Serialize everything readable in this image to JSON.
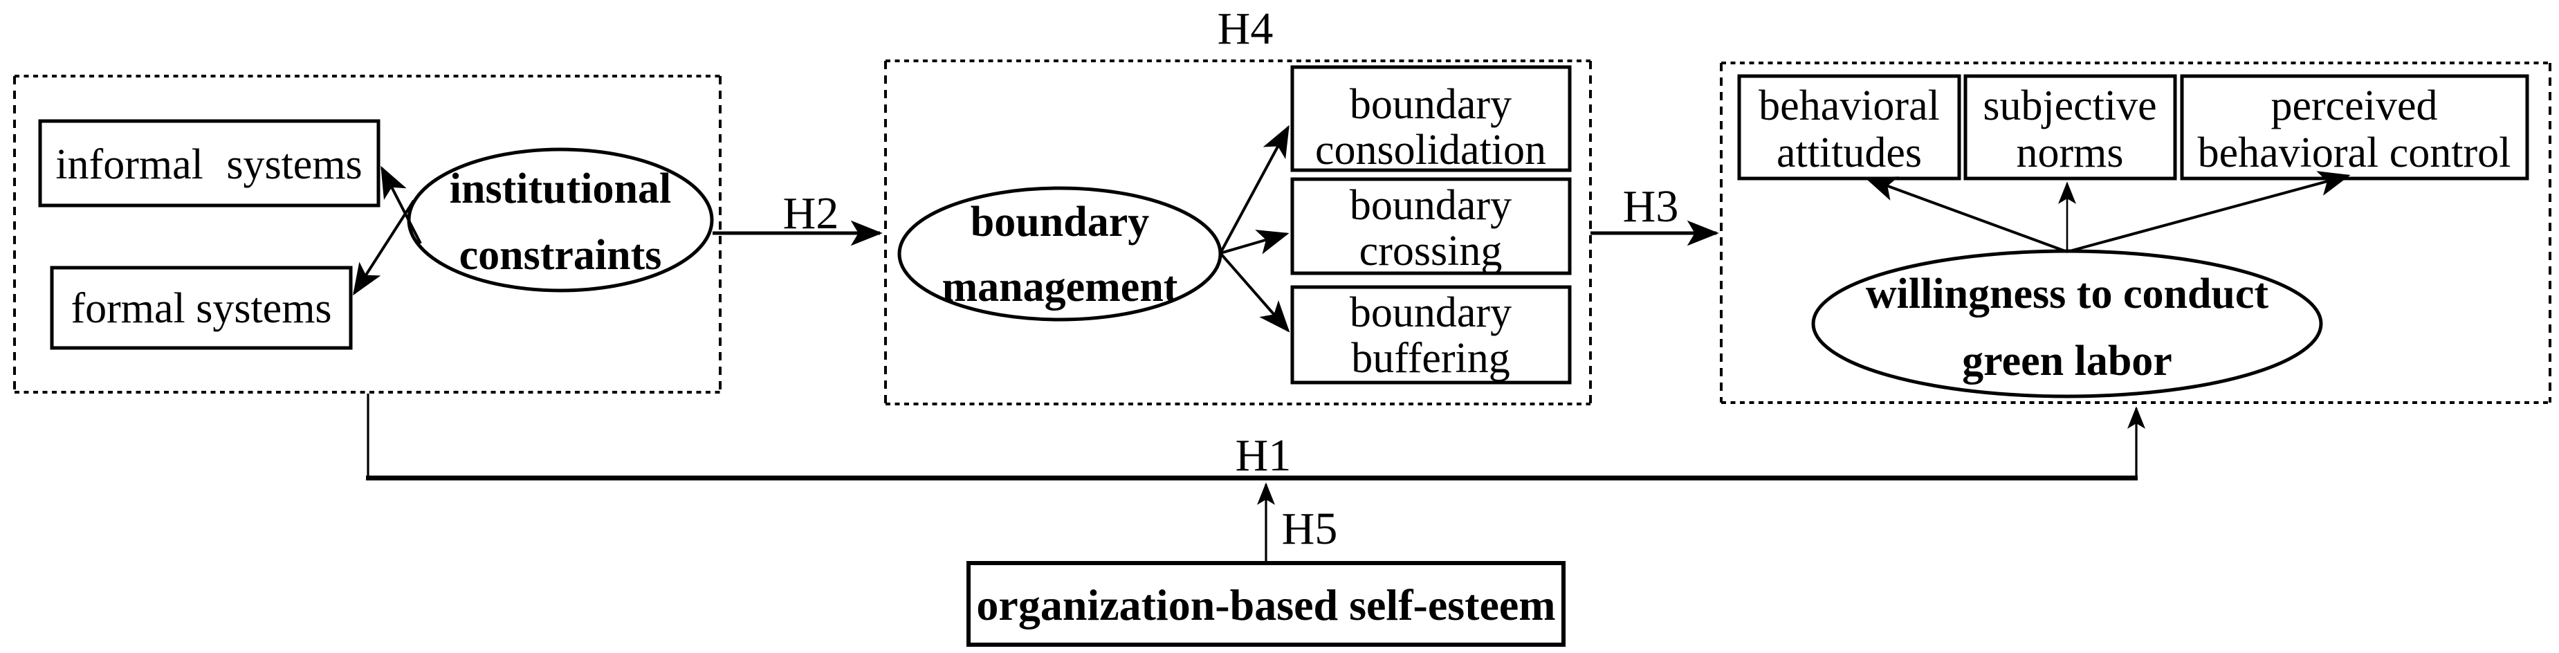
{
  "colors": {
    "ink": "#000000",
    "background": "#ffffff"
  },
  "hypotheses": {
    "h1": "H1",
    "h2": "H2",
    "h3": "H3",
    "h4": "H4",
    "h5": "H5"
  },
  "institutional": {
    "informal_label": "informal systems",
    "formal_label": "formal systems",
    "ellipse": {
      "line1": "institutional",
      "line2": "constraints"
    }
  },
  "boundary": {
    "ellipse": {
      "line1": "boundary",
      "line2": "management"
    },
    "consolidation": {
      "line1": "boundary",
      "line2": "consolidation"
    },
    "crossing": {
      "line1": "boundary",
      "line2": "crossing"
    },
    "buffering": {
      "line1": "boundary",
      "line2": "buffering"
    }
  },
  "outcomes": {
    "attitudes": {
      "line1": "behavioral",
      "line2": "attitudes"
    },
    "norms": {
      "line1": "subjective",
      "line2": "norms"
    },
    "control": {
      "line1": "perceived",
      "line2": "behavioral control"
    },
    "ellipse": {
      "line1": "willingness to conduct",
      "line2": "green labor"
    }
  },
  "moderator": {
    "label": "organization-based self-esteem"
  }
}
